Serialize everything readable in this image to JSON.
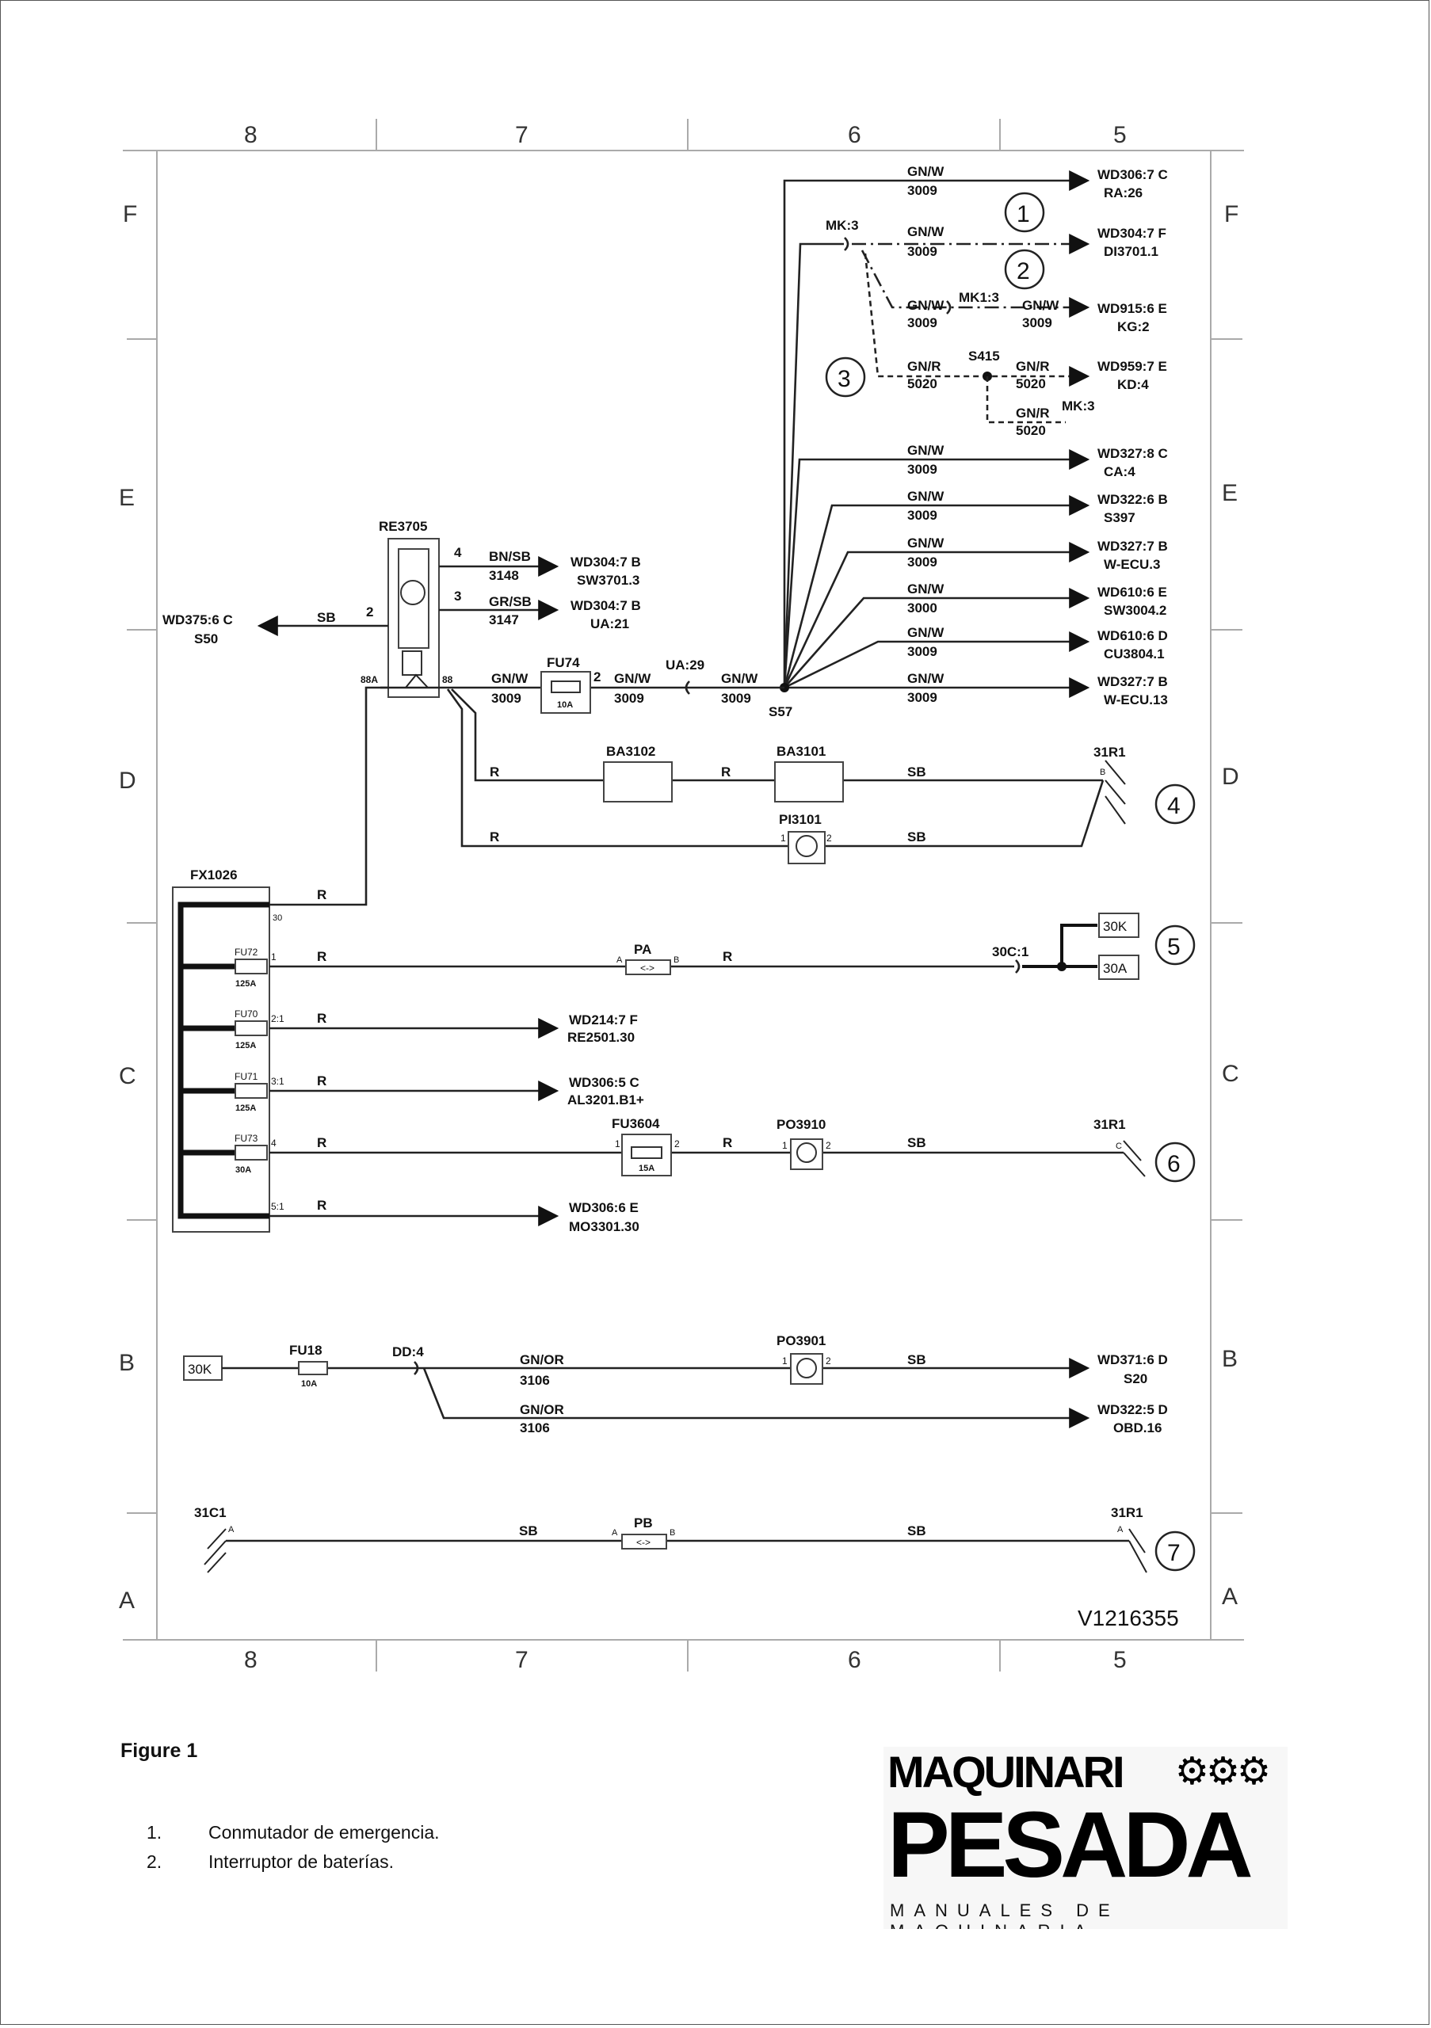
{
  "grid": {
    "columns": [
      "8",
      "7",
      "6",
      "5"
    ],
    "rows": [
      "F",
      "E",
      "D",
      "C",
      "B",
      "A"
    ]
  },
  "drawing_id": "V1216355",
  "callouts": [
    "1",
    "2",
    "3",
    "4",
    "5",
    "6",
    "7"
  ],
  "s57_branches": [
    {
      "wire": "GN/W",
      "num": "3009",
      "dest1": "WD306:7 C",
      "dest2": "RA:26"
    },
    {
      "wire": "GN/W",
      "num": "3009",
      "dest1": "WD327:8 C",
      "dest2": "CA:4"
    },
    {
      "wire": "GN/W",
      "num": "3009",
      "dest1": "WD322:6 B",
      "dest2": "S397"
    },
    {
      "wire": "GN/W",
      "num": "3009",
      "dest1": "WD327:7 B",
      "dest2": "W-ECU.3"
    },
    {
      "wire": "GN/W",
      "num": "3000",
      "dest1": "WD610:6 E",
      "dest2": "SW3004.2"
    },
    {
      "wire": "GN/W",
      "num": "3009",
      "dest1": "WD610:6 D",
      "dest2": "CU3804.1"
    },
    {
      "wire": "GN/W",
      "num": "3009",
      "dest1": "WD327:7 B",
      "dest2": "W-ECU.13"
    }
  ],
  "mk_branch": {
    "connector": "MK:3",
    "line1": {
      "wire": "GN/W",
      "num": "3009",
      "dest1": "WD304:7 F",
      "dest2": "DI3701.1"
    },
    "line2": {
      "wire_a": "GN/W",
      "num_a": "3009",
      "connector": "MK1:3",
      "wire_b": "GN/W",
      "num_b": "3009",
      "dest1": "WD915:6 E",
      "dest2": "KG:2"
    },
    "line3": {
      "wire_a": "GN/R",
      "num_a": "5020",
      "splice": "S415",
      "wire_b": "GN/R",
      "num_b": "5020",
      "dest1": "WD959:7 E",
      "dest2": "KD:4"
    },
    "line4": {
      "wire": "GN/R",
      "num": "5020",
      "connector": "MK:3"
    }
  },
  "relay": {
    "name": "RE3705",
    "pin2": "2",
    "pin3": "3",
    "pin4": "4",
    "pin88a": "88A",
    "pin88": "88",
    "out4": {
      "wire": "BN/SB",
      "num": "3148",
      "dest1": "WD304:7 B",
      "dest2": "SW3701.3"
    },
    "out3": {
      "wire": "GR/SB",
      "num": "3147",
      "dest1": "WD304:7 B",
      "dest2": "UA:21"
    },
    "in2": {
      "wire": "SB",
      "dest1": "WD375:6 C",
      "dest2": "S50"
    }
  },
  "main_feed": {
    "wire1": "GN/W",
    "num1": "3009",
    "fuse": "FU74",
    "fuse_rating": "10A",
    "fuse_pin2": "2",
    "wire2": "GN/W",
    "num2": "3009",
    "connector": "UA:29",
    "wire3": "GN/W",
    "num3": "3009",
    "splice": "S57"
  },
  "batteries": {
    "ba1": "BA3102",
    "ba2": "BA3101",
    "wire_r1": "R",
    "wire_r2": "R",
    "wire_sb": "SB",
    "ground": "31R1",
    "ground_pin": "B",
    "pi": "PI3101",
    "pi_pin1": "1",
    "pi_pin2": "2",
    "wire_r3": "R",
    "wire_sb2": "SB"
  },
  "fusebox": {
    "name": "FX1026",
    "pin30": "30",
    "wire30": "R",
    "fuses": [
      {
        "name": "FU72",
        "rating": "125A",
        "pin": "1",
        "wire": "R"
      },
      {
        "name": "FU70",
        "rating": "125A",
        "pin": "2:1",
        "wire": "R",
        "dest1": "WD214:7 F",
        "dest2": "RE2501.30"
      },
      {
        "name": "FU71",
        "rating": "125A",
        "pin": "3:1",
        "wire": "R",
        "dest1": "WD306:5 C",
        "dest2": "AL3201.B1+"
      },
      {
        "name": "FU73",
        "rating": "30A",
        "pin": "4",
        "wire": "R"
      }
    ],
    "pin5": "5:1",
    "wire5": "R",
    "dest5_1": "WD306:6 E",
    "dest5_2": "MO3301.30"
  },
  "row_pa": {
    "name": "PA",
    "pin_a": "A",
    "pin_b": "B",
    "wire": "R",
    "connector": "30C:1",
    "term1": "30K",
    "term2": "30A"
  },
  "row_fu3604": {
    "fuse": "FU3604",
    "rating": "15A",
    "pin1": "1",
    "pin2": "2",
    "wire": "R",
    "po": "PO3910",
    "po_pin1": "1",
    "po_pin2": "2",
    "wire_sb": "SB",
    "ground": "31R1",
    "ground_pin": "C"
  },
  "row_b": {
    "term": "30K",
    "fuse": "FU18",
    "rating": "10A",
    "connector": "DD:4",
    "wire1": "GN/OR",
    "num1": "3106",
    "po": "PO3901",
    "po_pin1": "1",
    "po_pin2": "2",
    "wire_sb": "SB",
    "dest1a": "WD371:6 D",
    "dest1b": "S20",
    "wire2": "GN/OR",
    "num2": "3106",
    "dest2a": "WD322:5 D",
    "dest2b": "OBD.16"
  },
  "row_a": {
    "ground_left": "31C1",
    "pin_left": "A",
    "wire1": "SB",
    "pb": "PB",
    "pb_a": "A",
    "pb_b": "B",
    "wire2": "SB",
    "ground_right": "31R1",
    "pin_right": "A"
  },
  "caption": "Figure 1",
  "legend": [
    {
      "num": "1.",
      "text": "Conmutador de emergencia."
    },
    {
      "num": "2.",
      "text": "Interruptor de baterías."
    }
  ],
  "logo": {
    "line1": "MAQUINARI",
    "line2": "PESADA",
    "line3": "MANUALES DE MAQUINARIA"
  }
}
